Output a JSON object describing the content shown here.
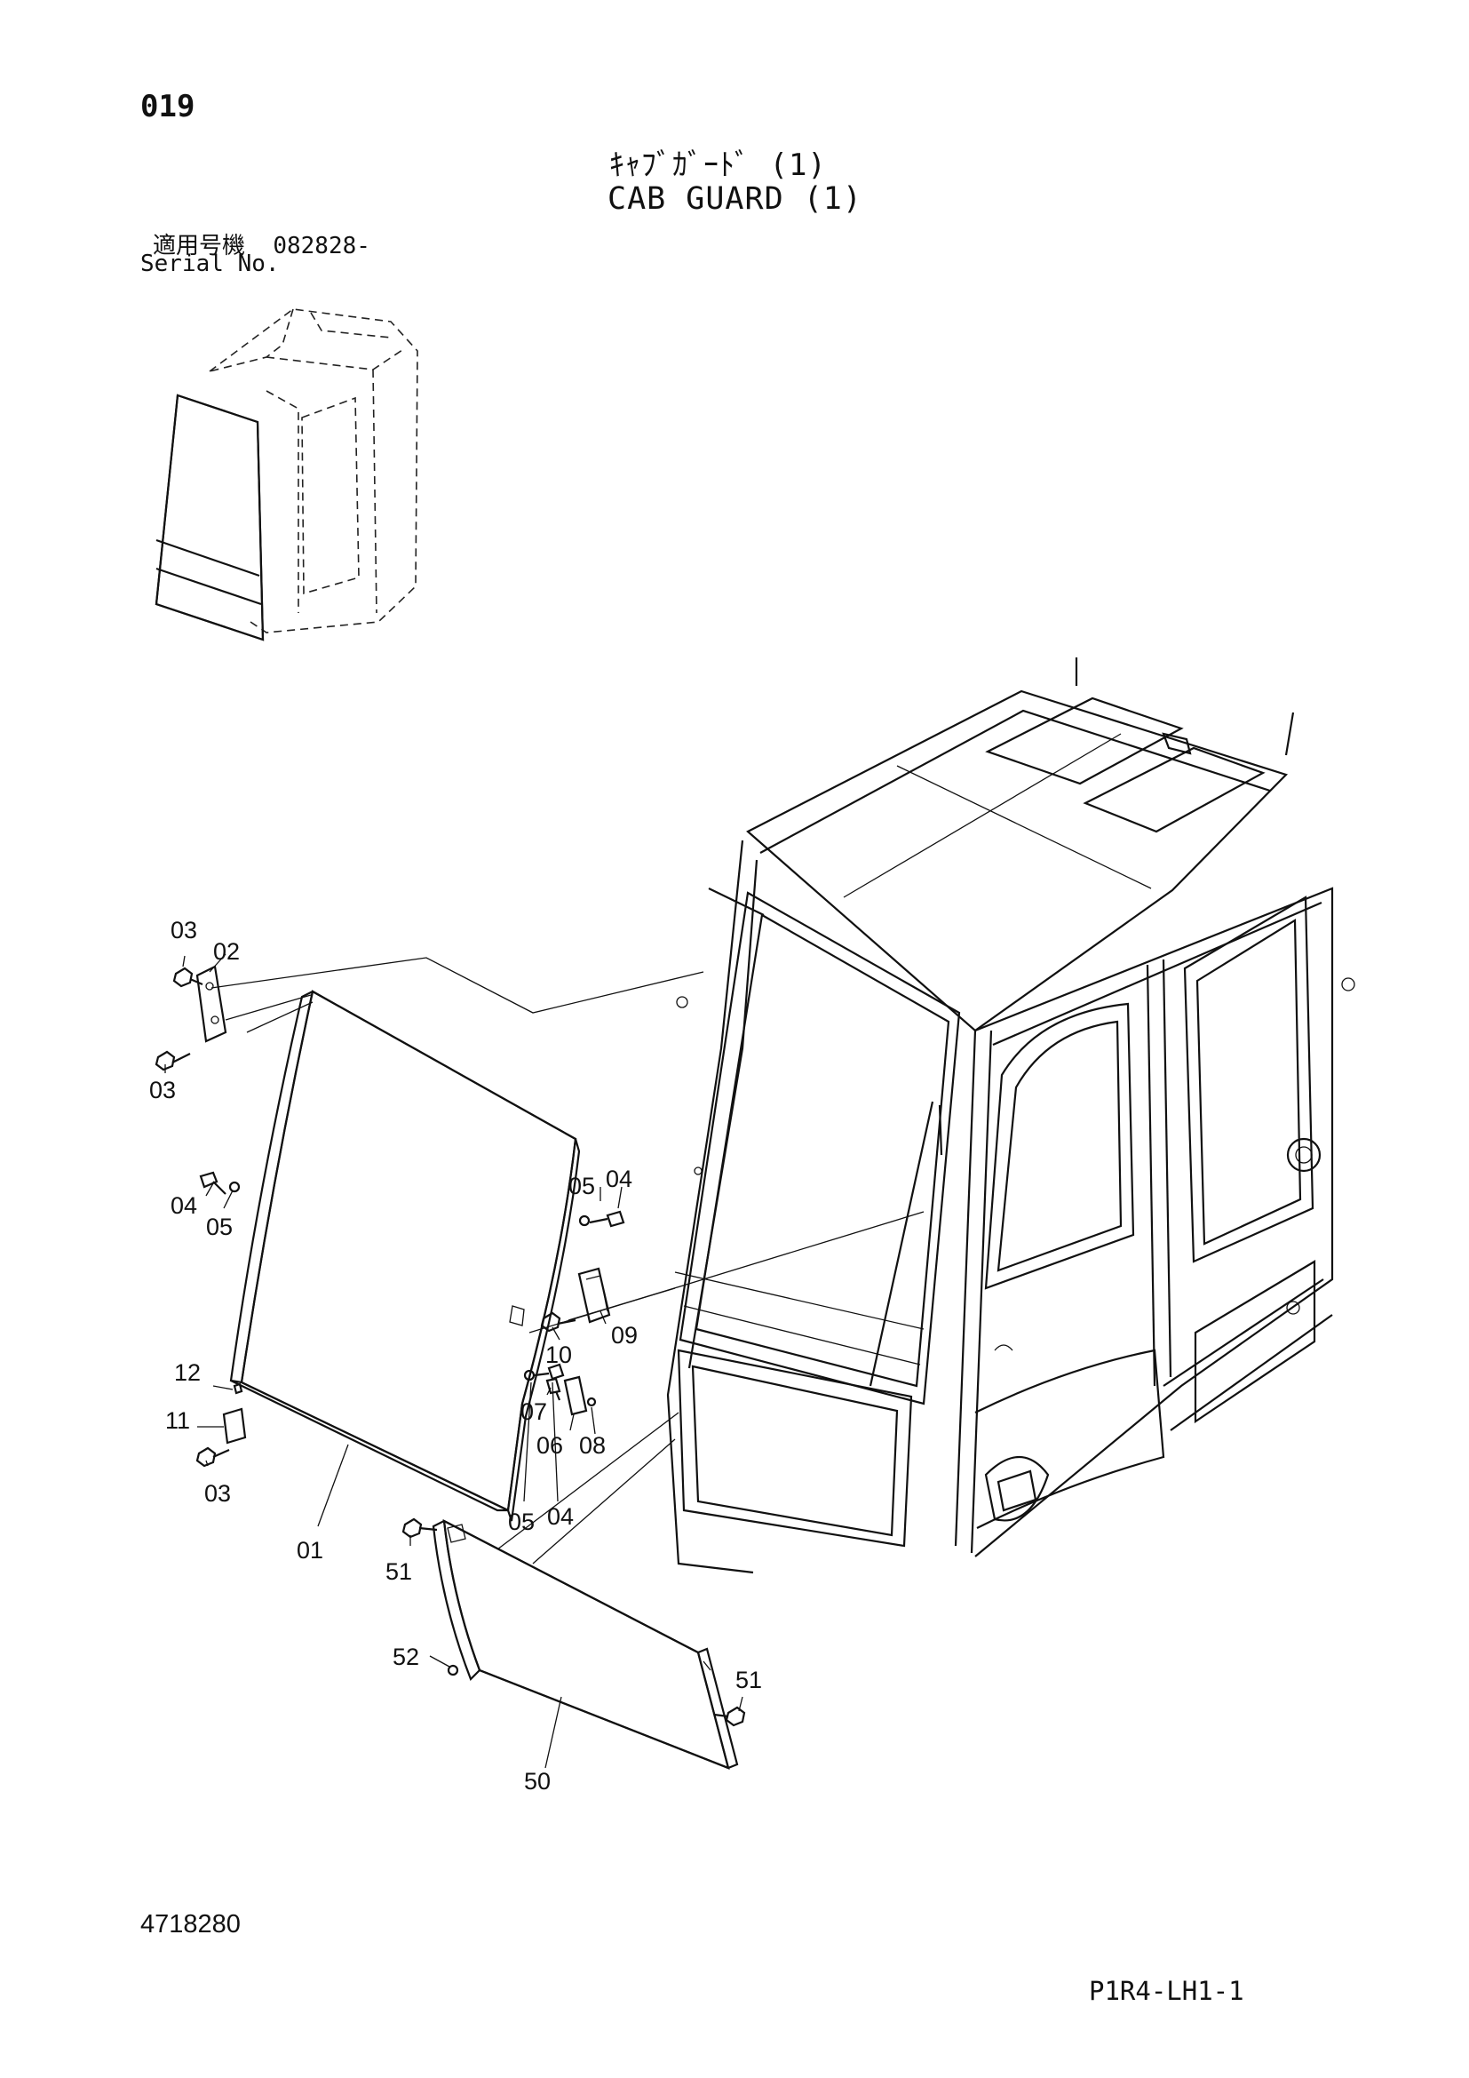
{
  "header": {
    "page_number": "019",
    "title_jp": "ｷｬﾌﾞｶﾞｰﾄﾞ (1)",
    "title_en": "CAB GUARD (1)",
    "serial_label_jp": "適用号機",
    "serial_value": "082828-",
    "serial_label_en": "Serial No."
  },
  "callouts": {
    "c01": "01",
    "c02": "02",
    "c03a": "03",
    "c03b": "03",
    "c03c": "03",
    "c04a": "04",
    "c04b": "04",
    "c04c": "04",
    "c05a": "05",
    "c05b": "05",
    "c05c": "05",
    "c06": "06",
    "c07": "07",
    "c08": "08",
    "c09": "09",
    "c10": "10",
    "c11": "11",
    "c12": "12",
    "c50": "50",
    "c51a": "51",
    "c51b": "51",
    "c52": "52"
  },
  "footer": {
    "document_number": "4718280",
    "drawing_code": "P1R4-LH1-1"
  }
}
